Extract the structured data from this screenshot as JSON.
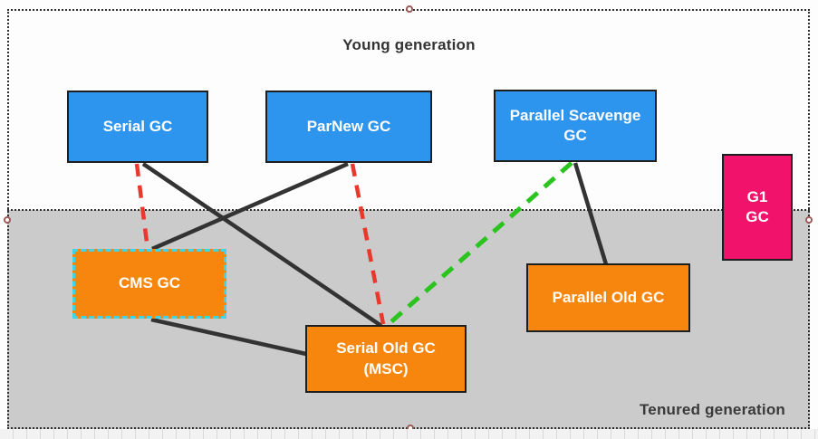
{
  "regions": {
    "young": {
      "label": "Young generation"
    },
    "tenured": {
      "label": "Tenured generation"
    }
  },
  "nodes": {
    "serial_gc": {
      "label": "Serial GC"
    },
    "parnew_gc": {
      "label": "ParNew GC"
    },
    "parallel_scavenge_gc": {
      "label": "Parallel Scavenge\nGC"
    },
    "g1_gc": {
      "label": "G1\nGC"
    },
    "cms_gc": {
      "label": "CMS GC"
    },
    "parallel_old_gc": {
      "label": "Parallel Old GC"
    },
    "serial_old_gc": {
      "label": "Serial Old GC\n(MSC)"
    }
  },
  "edges": [
    {
      "from": "serial_gc",
      "to": "cms_gc",
      "style": "dashed",
      "color": "red"
    },
    {
      "from": "serial_gc",
      "to": "serial_old_gc",
      "style": "solid",
      "color": "black"
    },
    {
      "from": "parnew_gc",
      "to": "cms_gc",
      "style": "solid",
      "color": "black"
    },
    {
      "from": "parnew_gc",
      "to": "serial_old_gc",
      "style": "dashed",
      "color": "red"
    },
    {
      "from": "parallel_scavenge_gc",
      "to": "serial_old_gc",
      "style": "dashed",
      "color": "green"
    },
    {
      "from": "parallel_scavenge_gc",
      "to": "parallel_old_gc",
      "style": "solid",
      "color": "black"
    },
    {
      "from": "cms_gc",
      "to": "serial_old_gc",
      "style": "solid",
      "color": "black"
    }
  ],
  "colors": {
    "young_box_blue": "#2e95ee",
    "old_box_orange": "#f6860e",
    "g1_pink": "#f0126b",
    "tenured_gray": "#cbcbcb",
    "edge_black": "#333333",
    "edge_red": "#e8392c",
    "edge_green": "#2bc41f",
    "cms_selection_cyan": "#41d4e9",
    "selection_dotted": "#2e2e2e"
  }
}
